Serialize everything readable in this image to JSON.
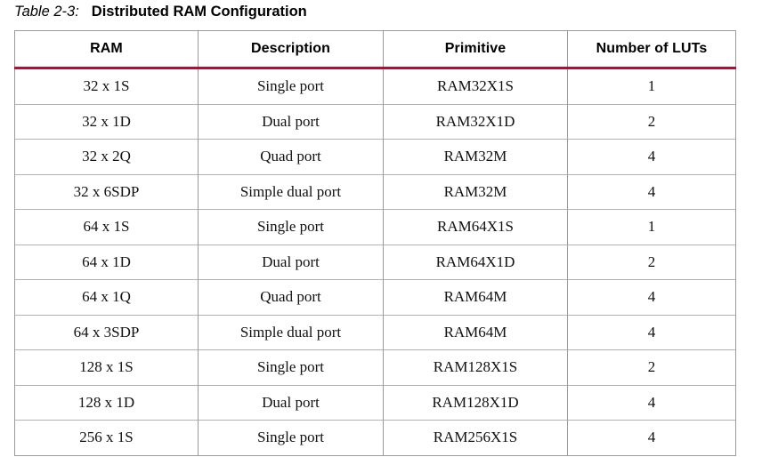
{
  "caption": {
    "label": "Table 2-3:",
    "title": "Distributed RAM Configuration"
  },
  "colors": {
    "header_rule": "#b01030",
    "grid_line": "#b3b3b3",
    "outer_border": "#9a9a9a",
    "text": "#000000",
    "background": "#ffffff"
  },
  "table": {
    "columns": [
      "RAM",
      "Description",
      "Primitive",
      "Number of LUTs"
    ],
    "rows": [
      {
        "ram": "32 x 1S",
        "description": "Single port",
        "primitive": "RAM32X1S",
        "luts": "1"
      },
      {
        "ram": "32 x 1D",
        "description": "Dual port",
        "primitive": "RAM32X1D",
        "luts": "2"
      },
      {
        "ram": "32 x 2Q",
        "description": "Quad port",
        "primitive": "RAM32M",
        "luts": "4"
      },
      {
        "ram": "32 x 6SDP",
        "description": "Simple dual port",
        "primitive": "RAM32M",
        "luts": "4"
      },
      {
        "ram": "64 x 1S",
        "description": "Single port",
        "primitive": "RAM64X1S",
        "luts": "1"
      },
      {
        "ram": "64 x 1D",
        "description": "Dual port",
        "primitive": "RAM64X1D",
        "luts": "2"
      },
      {
        "ram": "64 x 1Q",
        "description": "Quad port",
        "primitive": "RAM64M",
        "luts": "4"
      },
      {
        "ram": "64 x 3SDP",
        "description": "Simple dual port",
        "primitive": "RAM64M",
        "luts": "4"
      },
      {
        "ram": "128 x 1S",
        "description": "Single port",
        "primitive": "RAM128X1S",
        "luts": "2"
      },
      {
        "ram": "128 x 1D",
        "description": "Dual port",
        "primitive": "RAM128X1D",
        "luts": "4"
      },
      {
        "ram": "256 x 1S",
        "description": "Single port",
        "primitive": "RAM256X1S",
        "luts": "4"
      }
    ]
  }
}
